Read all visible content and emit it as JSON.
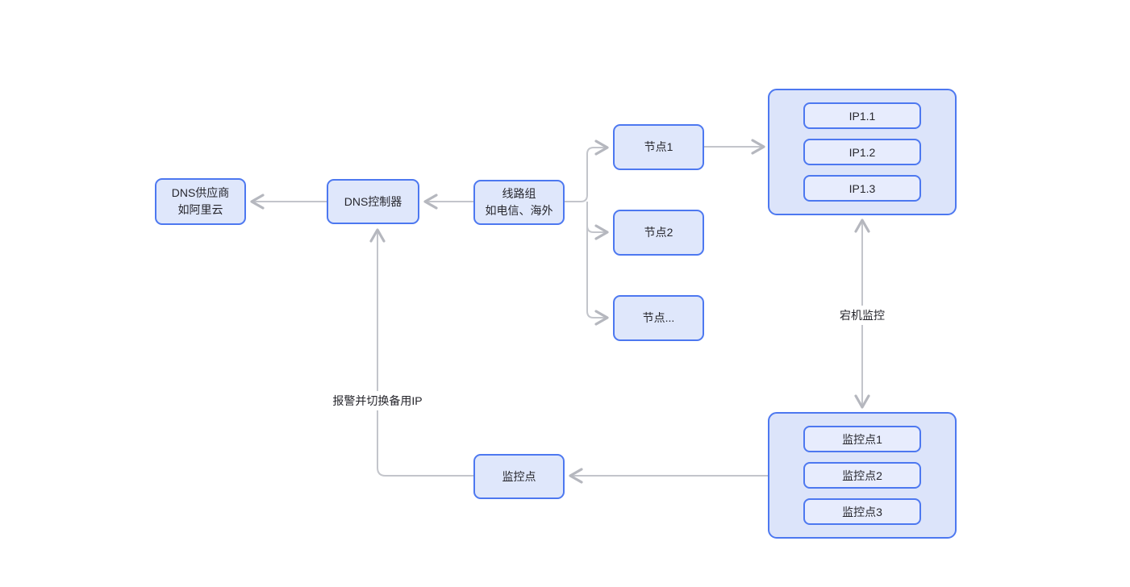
{
  "diagram": {
    "nodes": {
      "dns_provider": {
        "line1": "DNS供应商",
        "line2": "如阿里云"
      },
      "dns_controller": {
        "label": "DNS控制器"
      },
      "line_group": {
        "line1": "线路组",
        "line2": "如电信、海外"
      },
      "node1": {
        "label": "节点1"
      },
      "node2": {
        "label": "节点2"
      },
      "node_more": {
        "label": "节点..."
      },
      "ip_group": {
        "items": [
          "IP1.1",
          "IP1.2",
          "IP1.3"
        ]
      },
      "monitor_group": {
        "items": [
          "监控点1",
          "监控点2",
          "监控点3"
        ]
      },
      "monitor_point": {
        "label": "监控点"
      }
    },
    "edge_labels": {
      "downtime_monitoring": "宕机监控",
      "alert_switch_backup_ip": "报警并切换备用IP"
    },
    "colors": {
      "box_border": "#4d78f0",
      "box_fill": "#dfe7fb",
      "container_fill": "#dce4fa",
      "inner_box_fill": "#e7ecfd",
      "connector": "#c3c5cb",
      "arrowhead": "#b5b7be",
      "text": "#27272e",
      "background": "#ffffff"
    }
  }
}
